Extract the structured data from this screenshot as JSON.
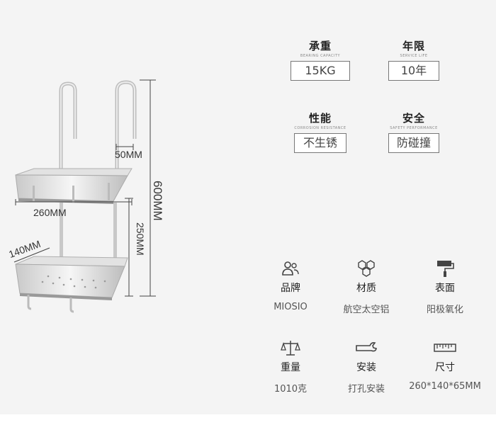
{
  "dimensions": {
    "height_total": "600MM",
    "hook_gap": "50MM",
    "width": "260MM",
    "shelf_gap": "250MM",
    "depth": "140MM"
  },
  "specs": [
    {
      "title": "承重",
      "subtitle": "BEARING CAPACITY",
      "value": "15KG"
    },
    {
      "title": "年限",
      "subtitle": "SERVICE LIFE",
      "value": "10年"
    },
    {
      "title": "性能",
      "subtitle": "CORROSION RESISTANCE",
      "value": "不生锈"
    },
    {
      "title": "安全",
      "subtitle": "SAFETY PERFORMANCE",
      "value": "防碰撞"
    }
  ],
  "features": [
    {
      "icon": "people-icon",
      "label": "品牌",
      "value": "MIOSIO"
    },
    {
      "icon": "hexagon-material-icon",
      "label": "材质",
      "value": "航空太空铝"
    },
    {
      "icon": "paint-roller-icon",
      "label": "表面",
      "value": "阳极氧化"
    },
    {
      "icon": "scale-icon",
      "label": "重量",
      "value": "1010克"
    },
    {
      "icon": "wrench-icon",
      "label": "安装",
      "value": "打孔安装"
    },
    {
      "icon": "ruler-icon",
      "label": "尺寸",
      "value": "260*140*65MM"
    }
  ]
}
